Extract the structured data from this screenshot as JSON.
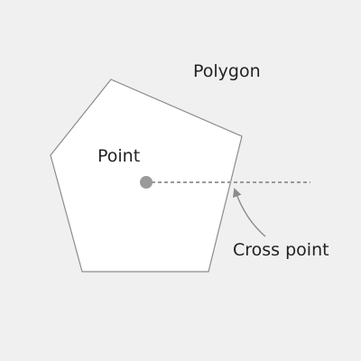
{
  "labels": {
    "polygon": "Polygon",
    "point": "Point",
    "cross_point": "Cross point"
  },
  "colors": {
    "background": "#f0f0f0",
    "polygon_fill": "#ffffff",
    "polygon_stroke": "#8c8c8c",
    "point": "#9a9a9a",
    "ray": "#9a9a9a",
    "arrow": "#8c8c8c",
    "text": "#222222"
  }
}
